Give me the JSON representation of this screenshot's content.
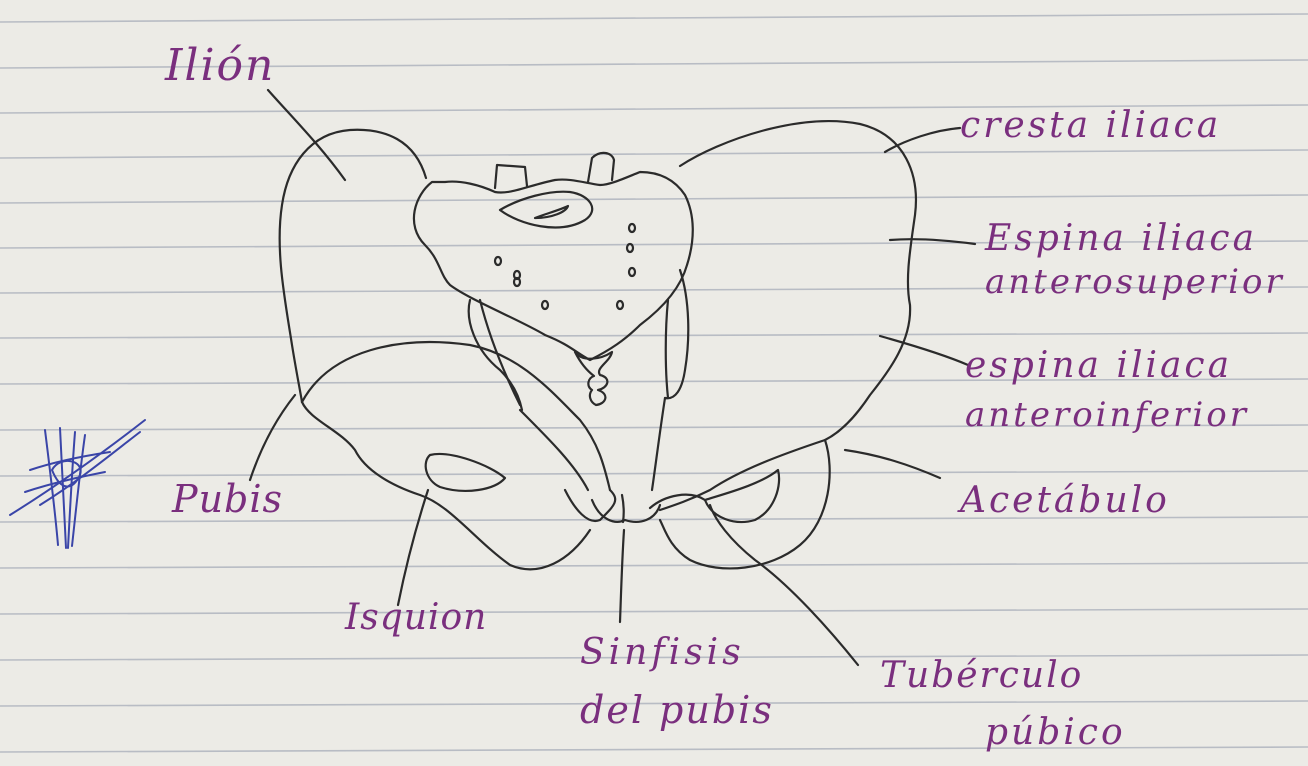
{
  "labels": {
    "ilion": "Ilión",
    "cresta_iliaca": "cresta iliaca",
    "espina_sup_line1": "Espina iliaca",
    "espina_sup_line2": "anterosuperior",
    "espina_inf_line1": "espina iliaca",
    "espina_inf_line2": "anteroinferior",
    "pubis": "Pubis",
    "acetabulo": "Acetábulo",
    "isquion": "Isquion",
    "sinfisis_line1": "Sinfisis",
    "sinfisis_line2": "del pubis",
    "tuberculo_line1": "Tubérculo",
    "tuberculo_line2": "púbico"
  },
  "colors": {
    "paper": "#ecebe6",
    "rule_lines": "#b8bcc4",
    "ink_labels": "#7a2f7e",
    "pencil": "#2b2b2b",
    "signature": "#3a45a8"
  },
  "signature": {
    "icon": "scribbled-signature"
  }
}
